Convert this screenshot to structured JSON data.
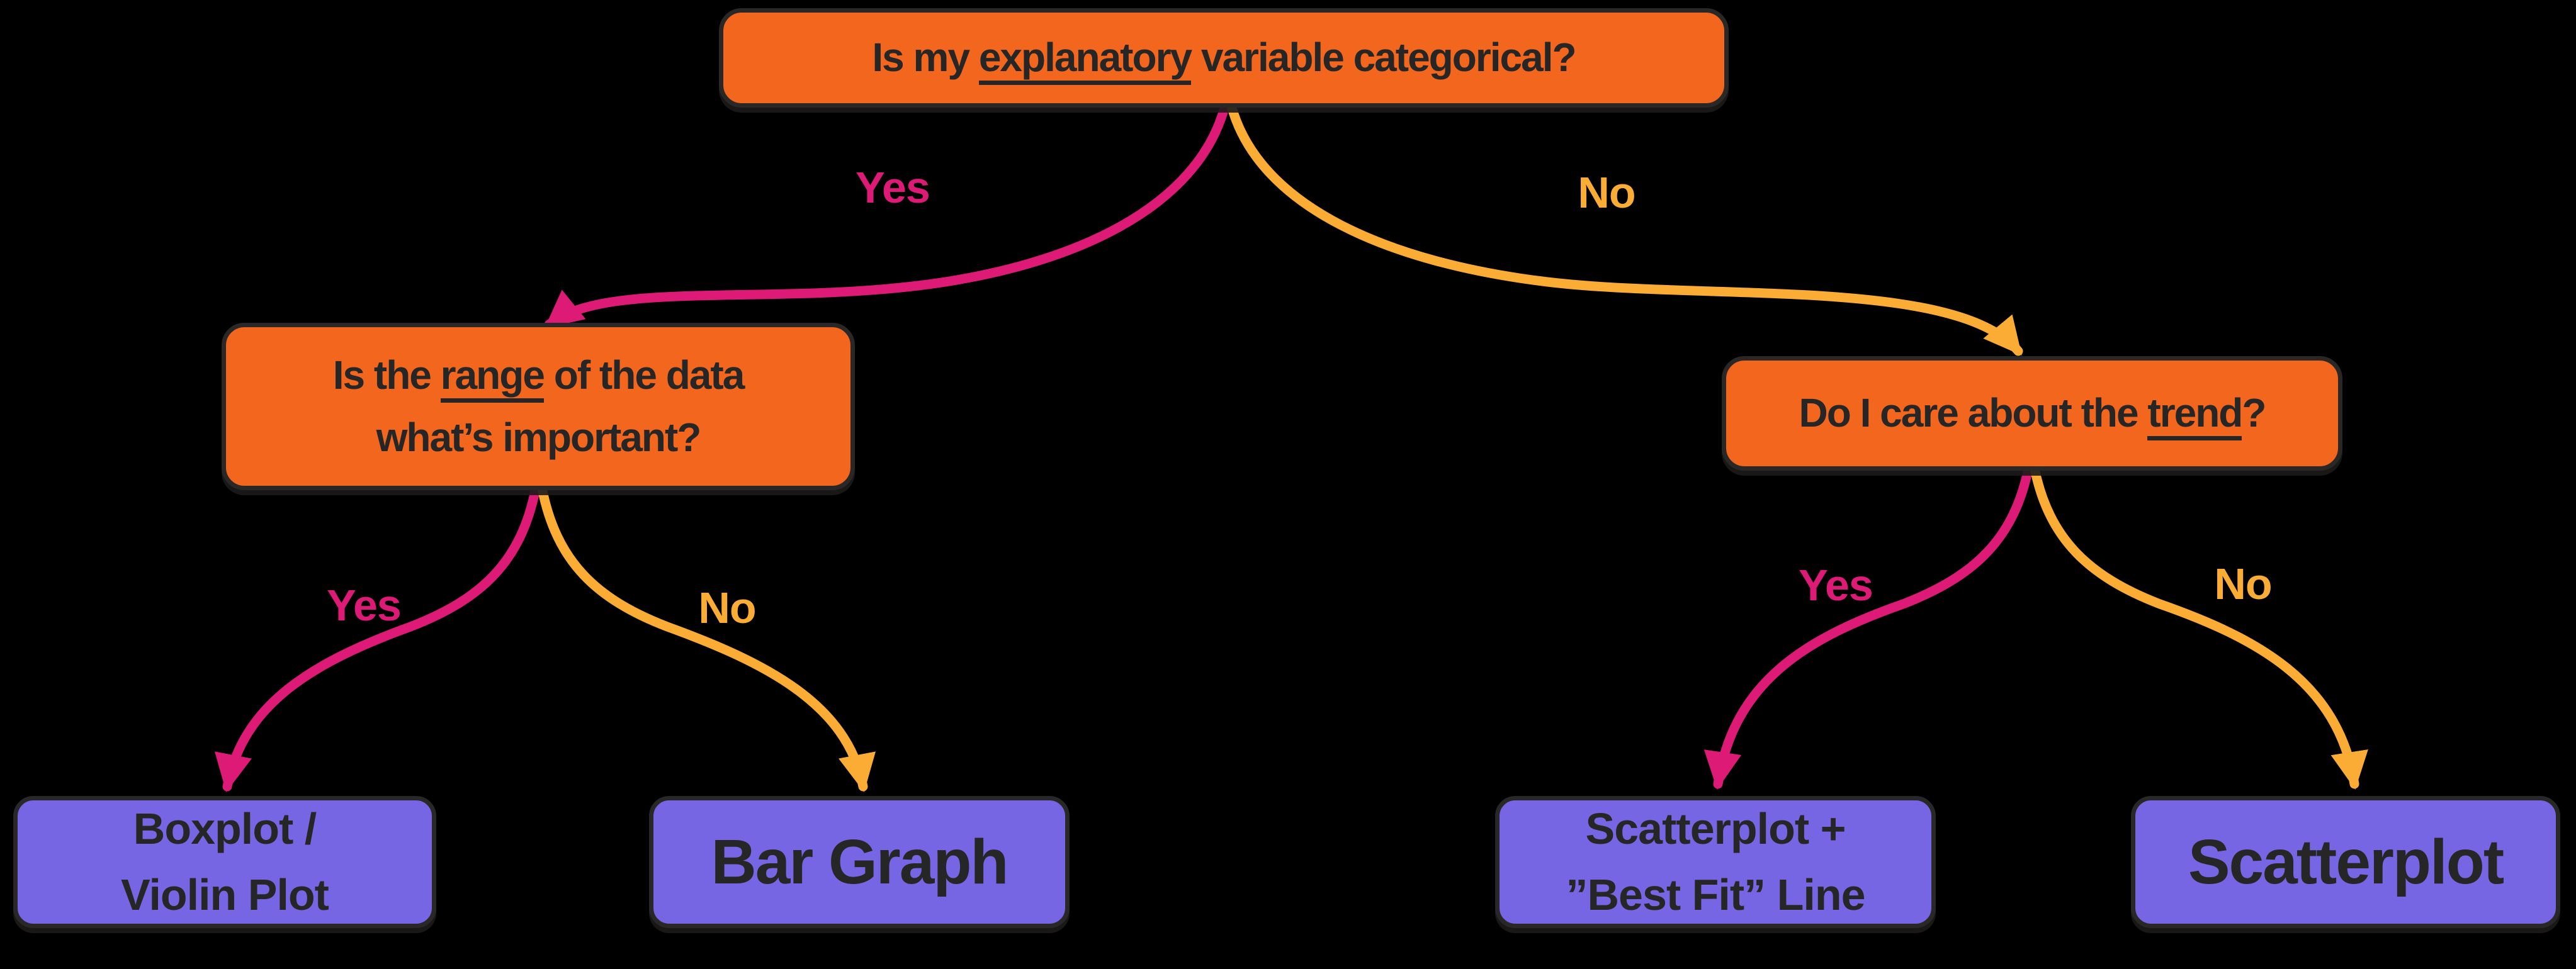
{
  "colors": {
    "background": "#000000",
    "question_box": "#F2661E",
    "result_box": "#7666E4",
    "yes_edge": "#DE1A77",
    "no_edge": "#FAAC35",
    "box_border": "#2A2826",
    "box_text": "#262626"
  },
  "nodes": {
    "root": {
      "pre": "Is my ",
      "underline": "explanatory",
      "post": " variable categorical?"
    },
    "range_question": {
      "line1_pre": "Is the ",
      "line1_underline": "range",
      "line1_post": " of the data",
      "line2": "what’s important?"
    },
    "trend_question": {
      "pre": "Do I care about the ",
      "underline": "trend",
      "post": "?"
    }
  },
  "edge_labels": {
    "root_yes": "Yes",
    "root_no": "No",
    "range_yes": "Yes",
    "range_no": "No",
    "trend_yes": "Yes",
    "trend_no": "No"
  },
  "leaves": {
    "boxplot_violin": {
      "line1": "Boxplot /",
      "line2": "Violin Plot"
    },
    "bar_graph": "Bar Graph",
    "scatterplot_fit": {
      "line1": "Scatterplot +",
      "line2": "”Best Fit” Line"
    },
    "scatterplot": "Scatterplot"
  }
}
